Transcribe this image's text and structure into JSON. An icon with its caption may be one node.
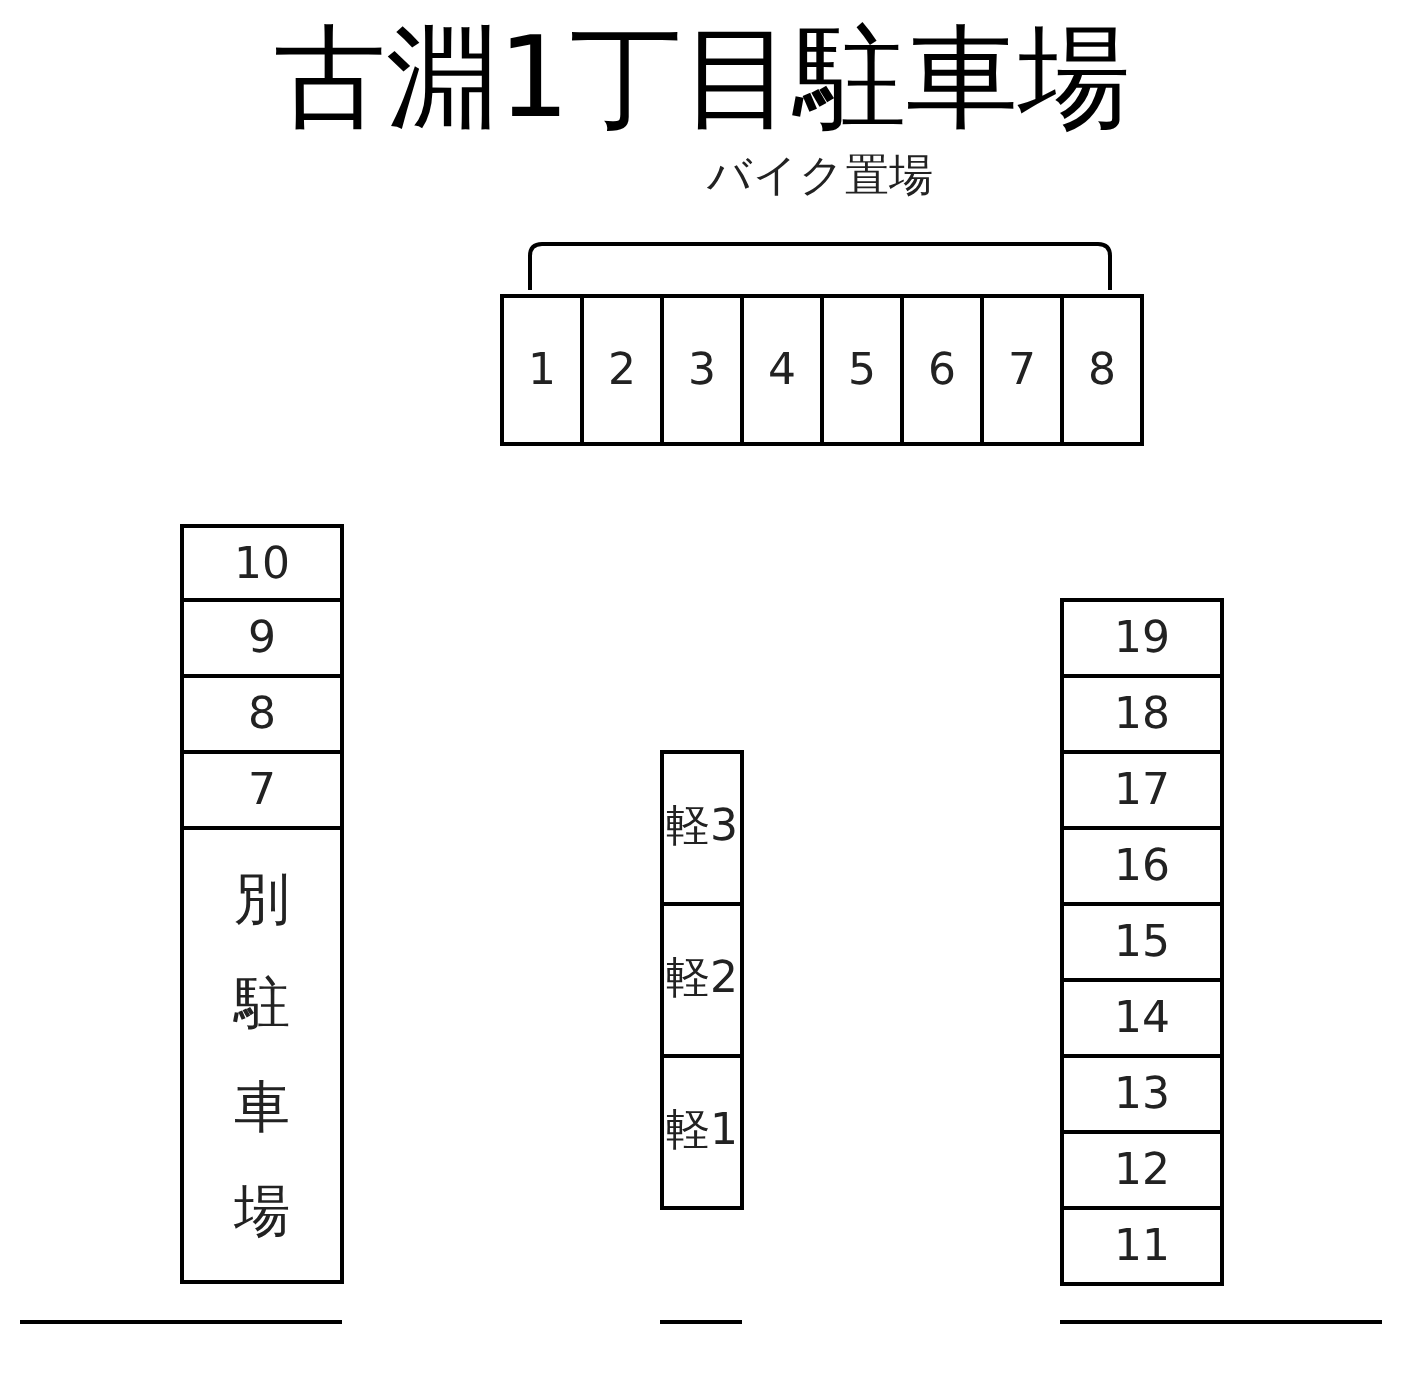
{
  "diagram": {
    "title": "古淵1丁目駐車場",
    "nodes": [
      {
        "text": [
          "1"
        ]
      },
      {
        "text": [
          "2"
        ]
      },
      {
        "text": [
          "3"
        ]
      },
      {
        "text": [
          "4"
        ]
      },
      {
        "text": [
          "5"
        ]
      },
      {
        "text": [
          "6"
        ]
      },
      {
        "text": [
          "7"
        ]
      },
      {
        "text": [
          "8"
        ]
      },
      {
        "text": [
          "10"
        ]
      },
      {
        "text": [
          "9"
        ]
      },
      {
        "text": [
          "8"
        ]
      },
      {
        "text": [
          "7"
        ]
      },
      {
        "text": [
          "別駐車場"
        ]
      },
      {
        "text": [
          "軽3"
        ]
      },
      {
        "text": [
          "軽2"
        ]
      },
      {
        "text": [
          "軽1"
        ]
      },
      {
        "text": [
          "19"
        ]
      },
      {
        "text": [
          "18"
        ]
      },
      {
        "text": [
          "17"
        ]
      },
      {
        "text": [
          "16"
        ]
      },
      {
        "text": [
          "15"
        ]
      },
      {
        "text": [
          "14"
        ]
      },
      {
        "text": [
          "13"
        ]
      },
      {
        "text": [
          "12"
        ]
      },
      {
        "text": [
          "11"
        ]
      }
    ],
    "edges": [],
    "labels": [
      "バイク置場"
    ]
  }
}
